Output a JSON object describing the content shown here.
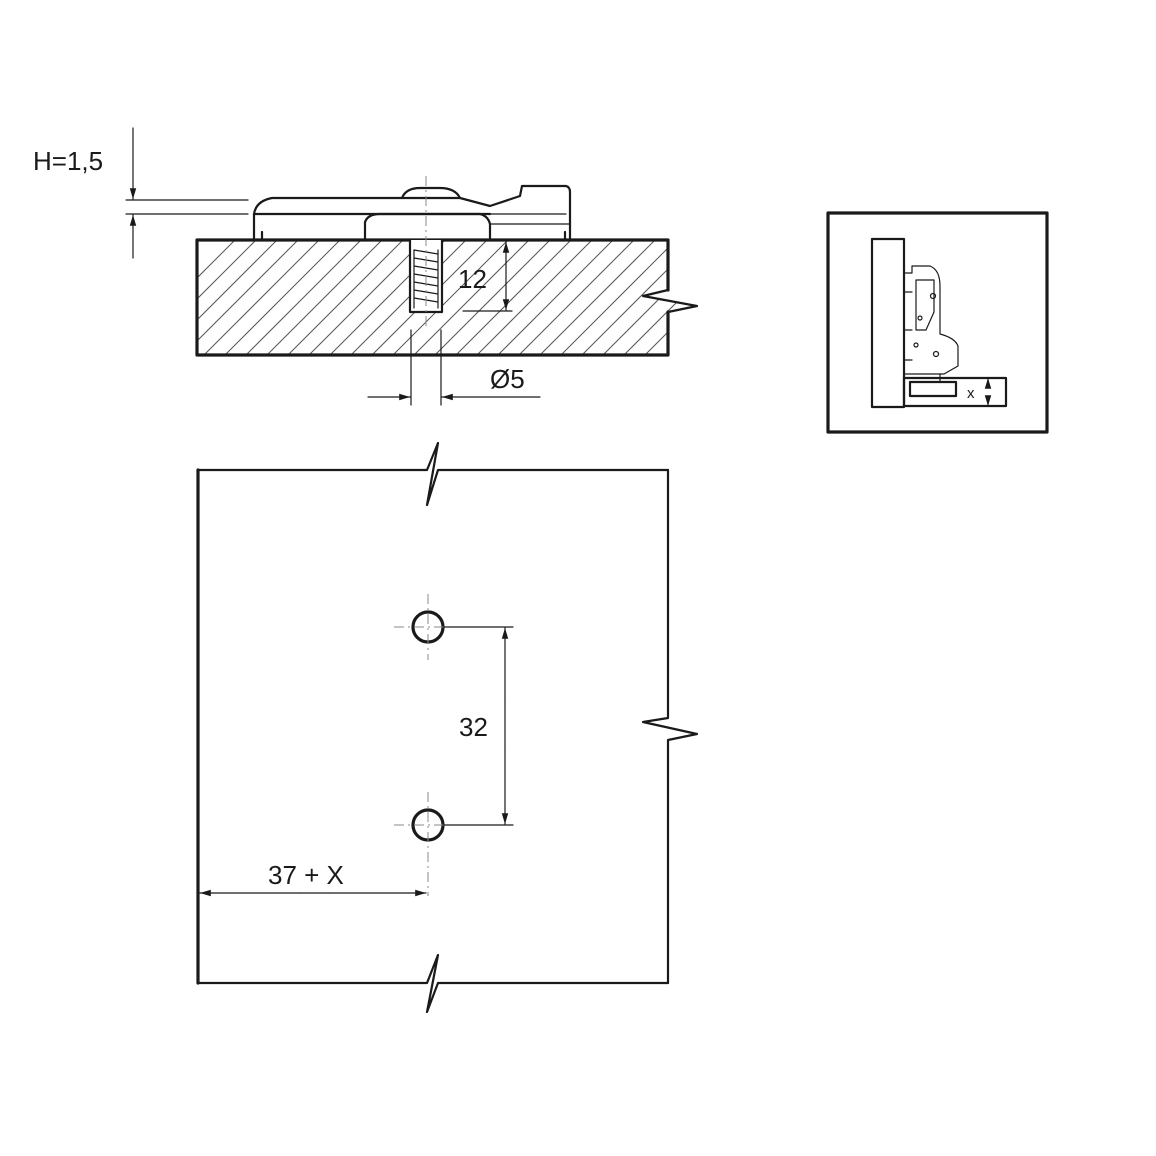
{
  "labels": {
    "plate_height": "H=1,5",
    "screw_depth": "12",
    "hole_diameter": "Ø5",
    "hole_spacing": "32",
    "edge_offset": "37 + X",
    "inset_x": "x"
  }
}
